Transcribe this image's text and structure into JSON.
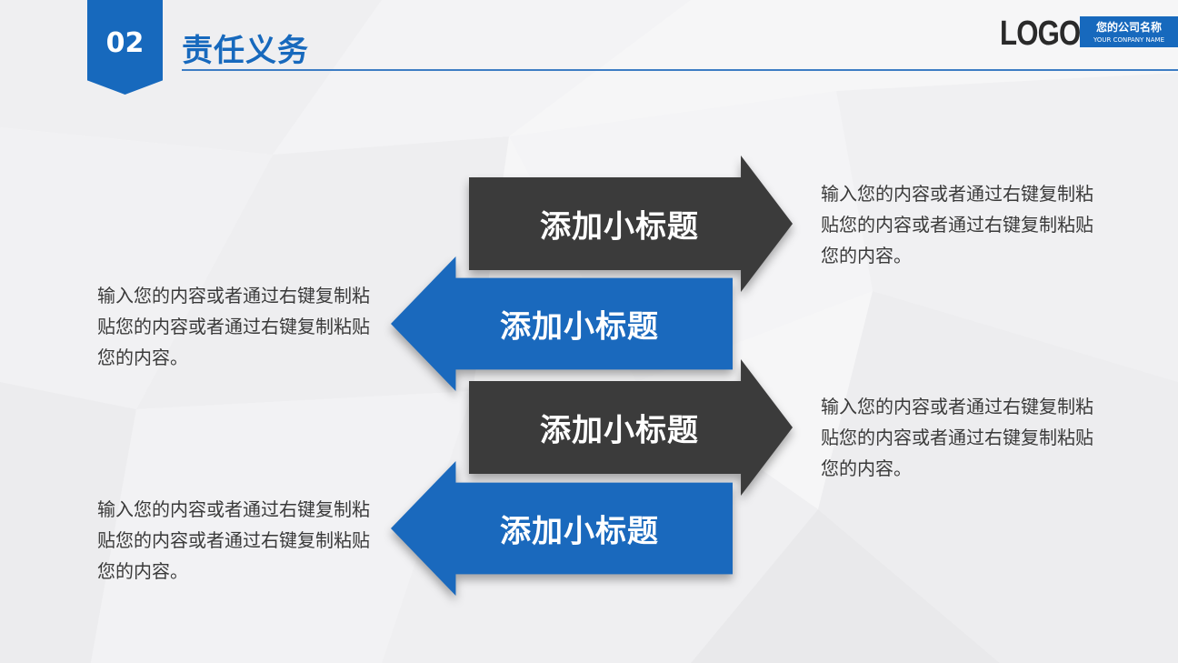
{
  "header": {
    "section_number": "02",
    "title": "责任义务",
    "logo": "LOGO",
    "company_name": "您的公司名称",
    "company_name_en": "YOUR CONPANY NAME"
  },
  "items": [
    {
      "label": "添加小标题",
      "description": "输入您的内容或者通过右键复制粘贴您的内容或者通过右键复制粘贴您的内容。"
    },
    {
      "label": "添加小标题",
      "description": "输入您的内容或者通过右键复制粘贴您的内容或者通过右键复制粘贴您的内容。"
    },
    {
      "label": "添加小标题",
      "description": "输入您的内容或者通过右键复制粘贴您的内容或者通过右键复制粘贴您的内容。"
    },
    {
      "label": "添加小标题",
      "description": "输入您的内容或者通过右键复制粘贴您的内容或者通过右键复制粘贴您的内容。"
    }
  ],
  "colors": {
    "accent_blue": "#1769bd",
    "arrow_dark": "#3b3b3b",
    "background": "#f6f6f7"
  }
}
